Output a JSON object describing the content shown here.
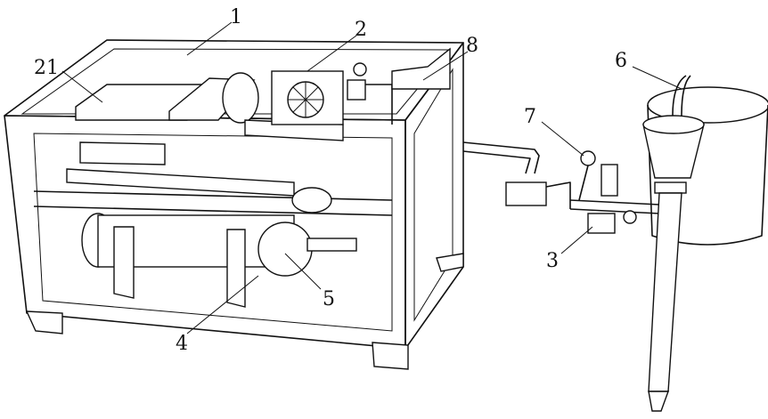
{
  "figure": {
    "labels": {
      "frame": "1",
      "fan_unit": "2",
      "box": "8",
      "plate": "21",
      "bucket": "6",
      "valve": "7",
      "pump": "3",
      "tank": "5",
      "support": "4"
    }
  }
}
